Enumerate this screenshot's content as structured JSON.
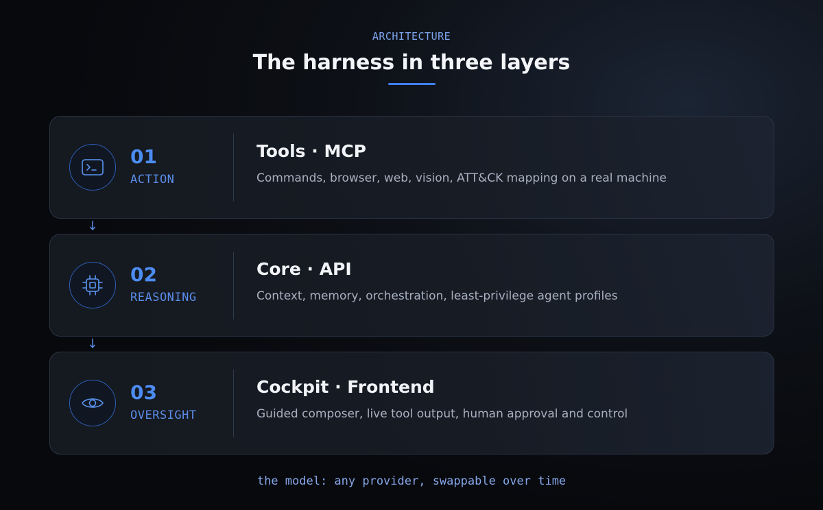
{
  "header": {
    "eyebrow": "ARCHITECTURE",
    "title": "The harness in three layers",
    "accent_color": "#3f7ff0"
  },
  "layers": [
    {
      "number": "01",
      "tag": "ACTION",
      "title": "Tools · MCP",
      "description": "Commands, browser, web, vision, ATT&CK mapping on a real machine",
      "icon": "terminal-icon"
    },
    {
      "number": "02",
      "tag": "REASONING",
      "title": "Core · API",
      "description": "Context, memory, orchestration, least-privilege agent profiles",
      "icon": "cpu-chip-icon"
    },
    {
      "number": "03",
      "tag": "OVERSIGHT",
      "title": "Cockpit · Frontend",
      "description": "Guided composer, live tool output, human approval and control",
      "icon": "eye-icon"
    }
  ],
  "footer": {
    "text": "the model: any provider, swappable over time"
  },
  "colors": {
    "accent_blue": "#4c8cf2",
    "background": "#0d1016",
    "card_border": "#2a3446"
  }
}
